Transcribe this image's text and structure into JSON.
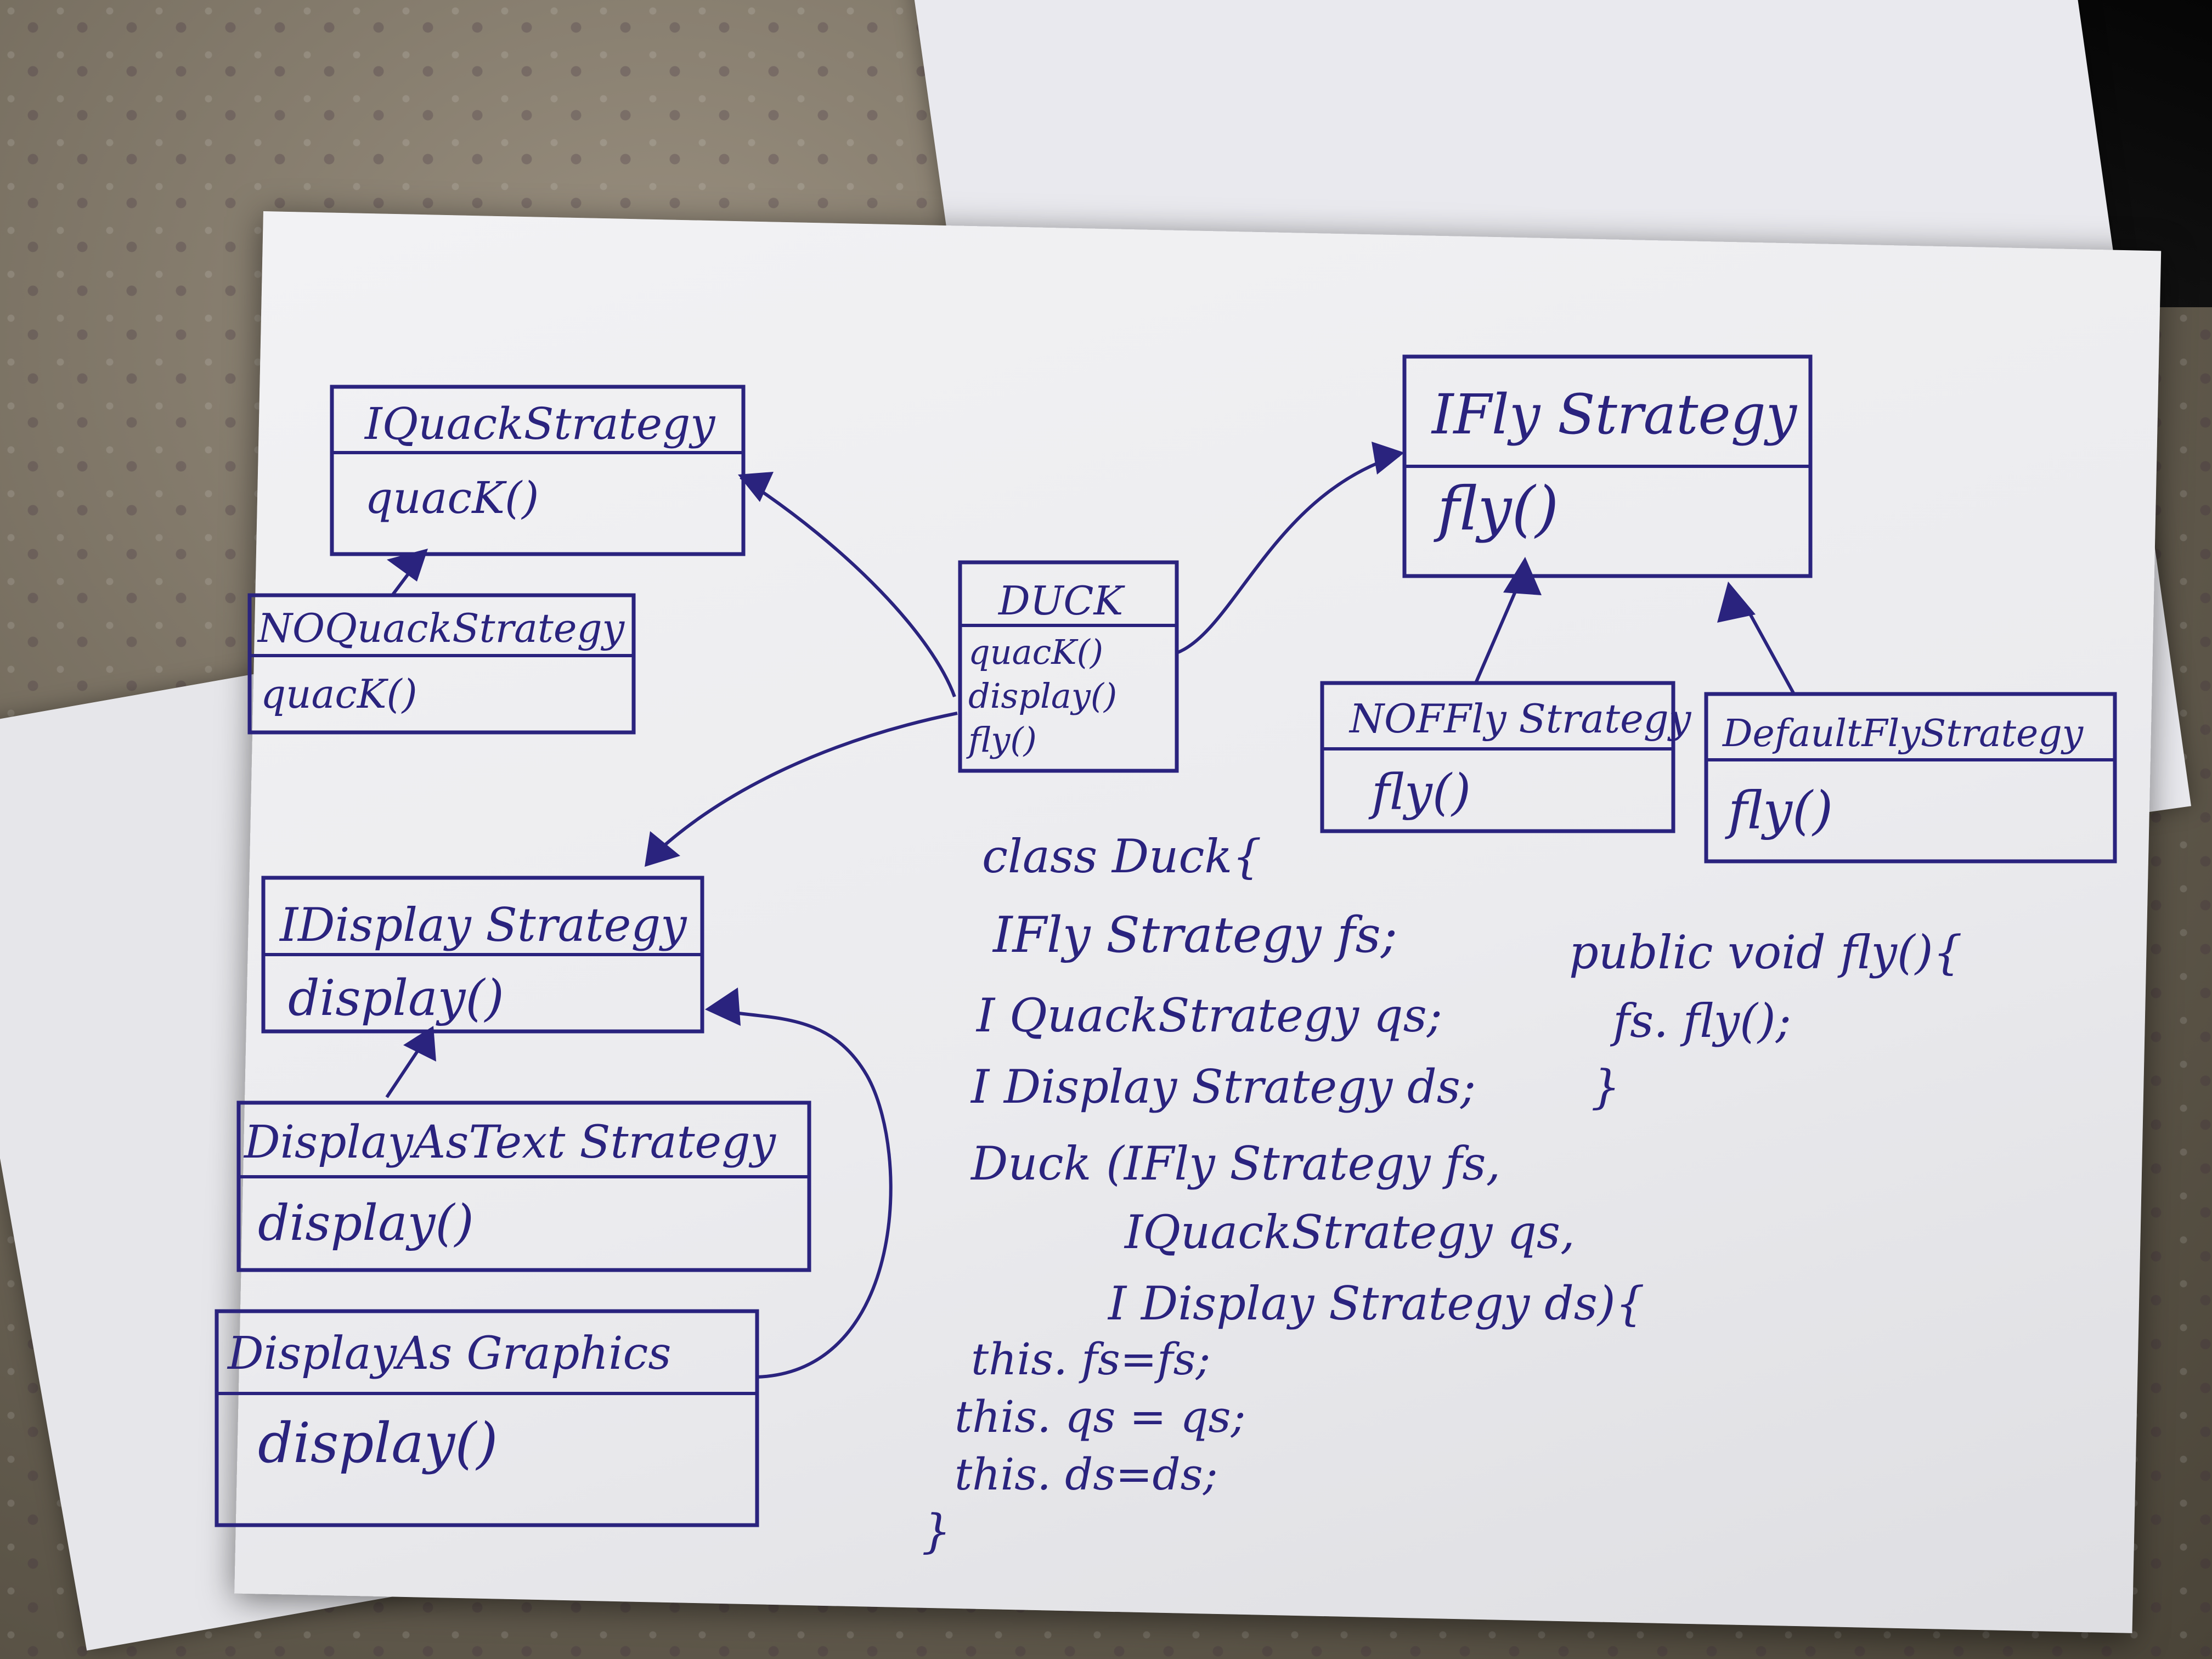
{
  "classes": {
    "iquack": {
      "name": "IQuackStrategy",
      "method": "quacK()"
    },
    "noquack": {
      "name": "NOQuackStrategy",
      "method": "quacK()"
    },
    "duck": {
      "name": "DUCK",
      "methods": [
        "quacK()",
        "display()",
        "fly()"
      ]
    },
    "ifly": {
      "name": "IFly Strategy",
      "method": "fly()"
    },
    "nofly": {
      "name": "NOFFly Strategy",
      "method": "fly()"
    },
    "defaultfly": {
      "name": "DefaultFlyStrategy",
      "method": "fly()"
    },
    "idisplay": {
      "name": "IDisplay Strategy",
      "method": "display()"
    },
    "displaytext": {
      "name": "DisplayAsText Strategy",
      "method": "display()"
    },
    "displaygraphics": {
      "name": "DisplayAs Graphics",
      "method": "display()"
    }
  },
  "code": {
    "class_lines": [
      "class Duck{",
      "IFly Strategy fs;",
      "I QuackStrategy qs;",
      "I Display Strategy ds;",
      "Duck (IFly Strategy fs,",
      "IQuackStrategy qs,",
      "I Display Strategy ds){",
      "this. fs=fs;",
      "this. qs = qs;",
      "this. ds=ds;",
      "}"
    ],
    "method_lines": [
      "public void fly(){",
      "fs. fly();",
      "}"
    ]
  },
  "colors": {
    "ink": "#2a237e",
    "paper": "#ededf0"
  }
}
